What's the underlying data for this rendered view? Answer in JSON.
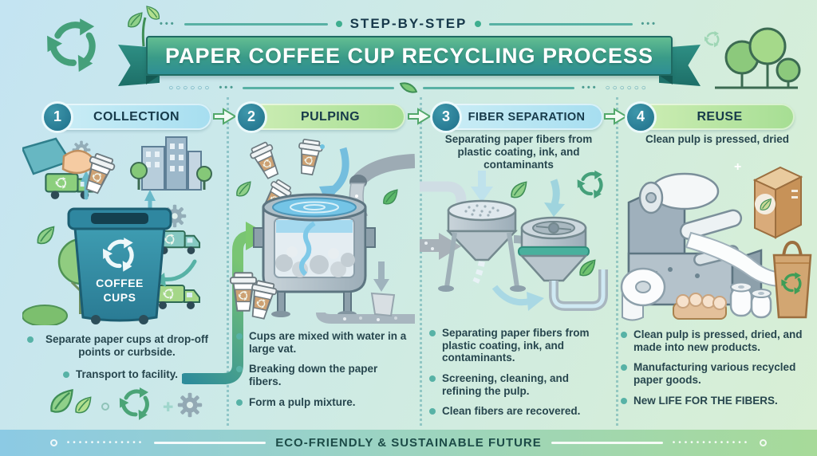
{
  "header": {
    "kicker": "STEP-BY-STEP",
    "title": "PAPER COFFEE CUP RECYCLING PROCESS"
  },
  "steps": [
    {
      "number": "1",
      "label": "COLLECTION",
      "bullets": [
        "Separate paper cups at drop-off points or curbside.",
        "Transport to facility."
      ]
    },
    {
      "number": "2",
      "label": "PULPING",
      "bullets": [
        "Cups are mixed with water in a large vat.",
        "Breaking down the paper fibers.",
        "Form a pulp mixture."
      ]
    },
    {
      "number": "3",
      "label": "FIBER SEPARATION",
      "subtitle": "Separating paper fibers from plastic coating, ink, and contaminants",
      "bullets": [
        "Separating paper fibers from plastic coating, ink, and contaminants.",
        "Screening, cleaning, and refining the pulp.",
        "Clean fibers are recovered."
      ]
    },
    {
      "number": "4",
      "label": "REUSE",
      "subtitle": "Clean pulp is pressed, dried",
      "bullets": [
        "Clean pulp is pressed, dried, and made into new products.",
        "Manufacturing various recycled paper goods.",
        "New LIFE FOR THE FIBERS."
      ]
    }
  ],
  "collection": {
    "bin_label": "COFFEE CUPS"
  },
  "footer": {
    "text": "ECO-FRIENDLY & SUSTAINABLE FUTURE"
  },
  "decor": {
    "dots": "•••",
    "rings": "○○○○○○",
    "footer_dots": "•••••••••••••"
  },
  "colors": {
    "banner_green": "#3a9b88",
    "banner_teal": "#2f8f95",
    "pill_blue": "#a6def0",
    "pill_green": "#a6de93",
    "step_circle": "#1f6f8a",
    "accent_teal": "#57b2a6",
    "accent_green": "#6fbf6a",
    "text_dark": "#27464e"
  },
  "icons": {
    "recycle-icon": "tri-arrow recycle loop",
    "gear-icon": "cog wheel",
    "leaf-icon": "leaf",
    "truck-icon": "recycling truck",
    "sparkle-icon": "✦"
  }
}
